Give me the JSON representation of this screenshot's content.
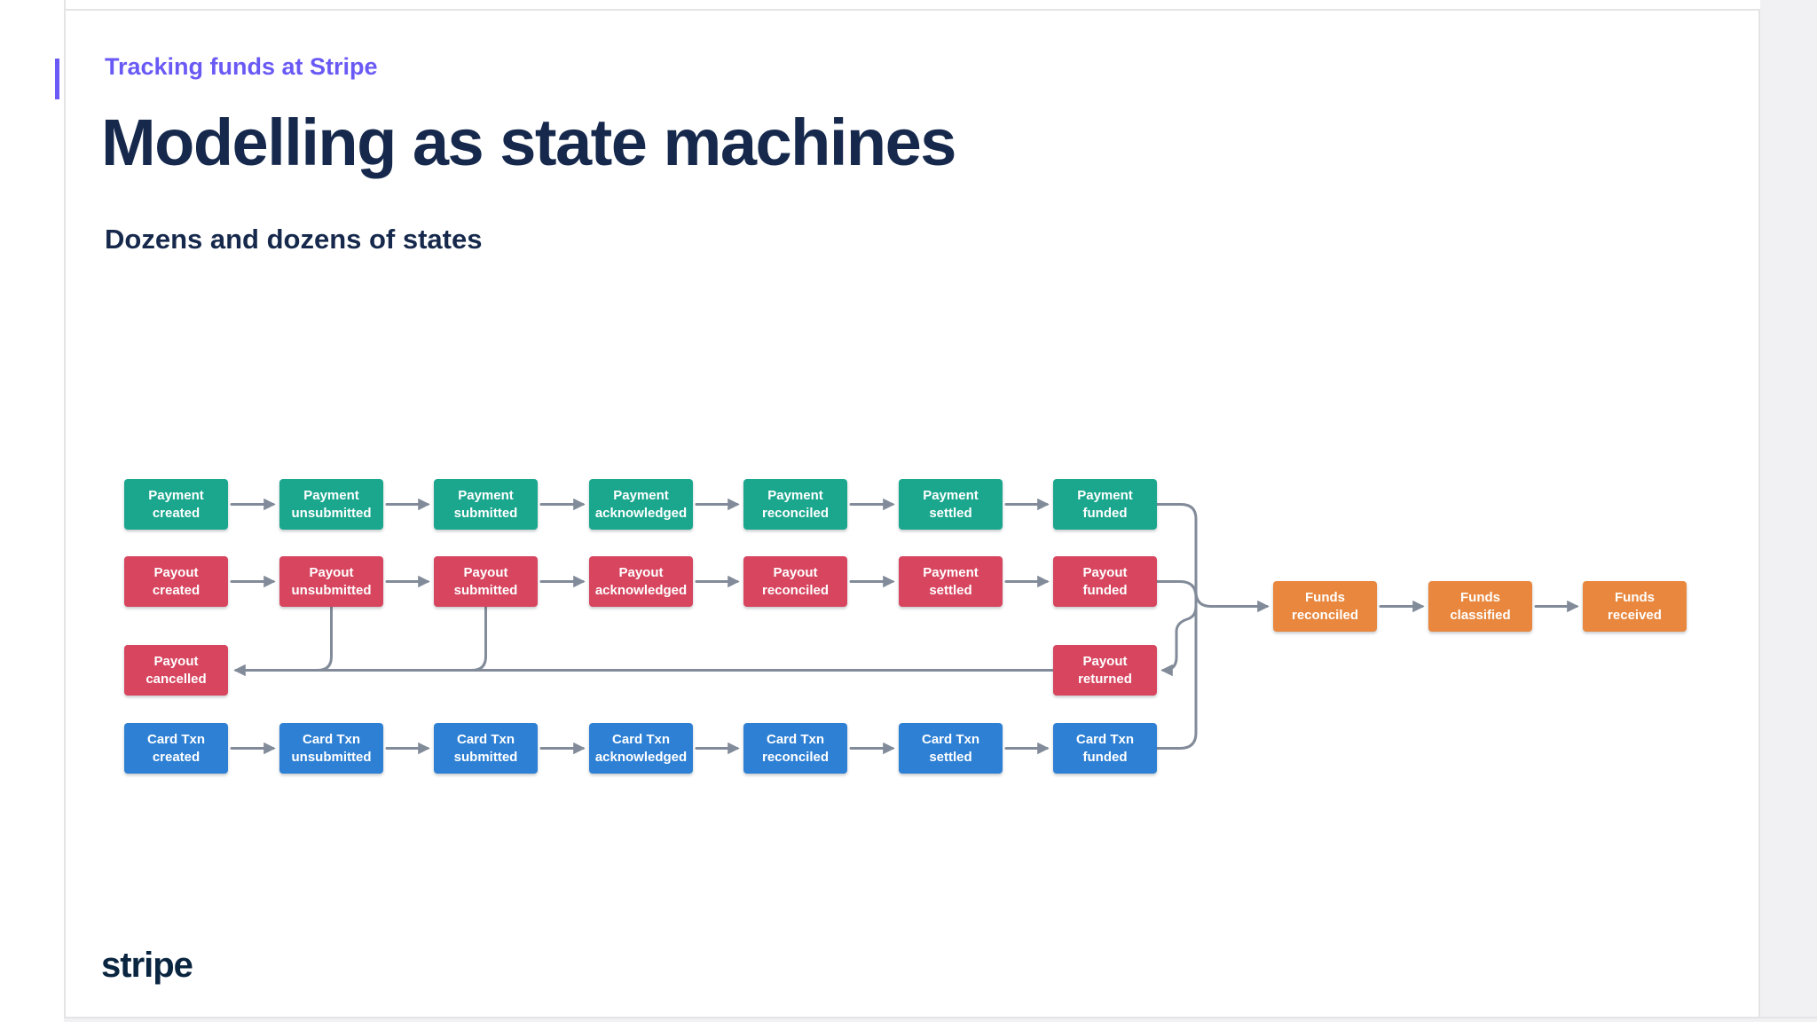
{
  "slide": {
    "eyebrow": "Tracking funds at Stripe",
    "title": "Modelling as state machines",
    "subtitle": "Dozens and dozens of states",
    "logo_text": "stripe"
  },
  "colors": {
    "accent_purple": "#6A5AF5",
    "heading_navy": "#16294C",
    "logo_navy": "#0A2540",
    "payment_teal": "#1AA78E",
    "payout_red": "#D7455F",
    "card_txn_blue": "#2E80D4",
    "funds_orange": "#E8873D",
    "connector_gray": "#828B99"
  },
  "diagram": {
    "payment_row": [
      {
        "line1": "Payment",
        "line2": "created"
      },
      {
        "line1": "Payment",
        "line2": "unsubmitted"
      },
      {
        "line1": "Payment",
        "line2": "submitted"
      },
      {
        "line1": "Payment",
        "line2": "acknowledged"
      },
      {
        "line1": "Payment",
        "line2": "reconciled"
      },
      {
        "line1": "Payment",
        "line2": "settled"
      },
      {
        "line1": "Payment",
        "line2": "funded"
      }
    ],
    "payout_row": [
      {
        "line1": "Payout",
        "line2": "created"
      },
      {
        "line1": "Payout",
        "line2": "unsubmitted"
      },
      {
        "line1": "Payout",
        "line2": "submitted"
      },
      {
        "line1": "Payout",
        "line2": "acknowledged"
      },
      {
        "line1": "Payout",
        "line2": "reconciled"
      },
      {
        "line1": "Payment",
        "line2": "settled"
      },
      {
        "line1": "Payout",
        "line2": "funded"
      }
    ],
    "cancel_node": {
      "line1": "Payout",
      "line2": "cancelled"
    },
    "returned_node": {
      "line1": "Payout",
      "line2": "returned"
    },
    "card_row": [
      {
        "line1": "Card Txn",
        "line2": "created"
      },
      {
        "line1": "Card Txn",
        "line2": "unsubmitted"
      },
      {
        "line1": "Card Txn",
        "line2": "submitted"
      },
      {
        "line1": "Card Txn",
        "line2": "acknowledged"
      },
      {
        "line1": "Card Txn",
        "line2": "reconciled"
      },
      {
        "line1": "Card Txn",
        "line2": "settled"
      },
      {
        "line1": "Card Txn",
        "line2": "funded"
      }
    ],
    "funds_row": [
      {
        "line1": "Funds",
        "line2": "reconciled"
      },
      {
        "line1": "Funds",
        "line2": "classified"
      },
      {
        "line1": "Funds",
        "line2": "received"
      }
    ]
  }
}
